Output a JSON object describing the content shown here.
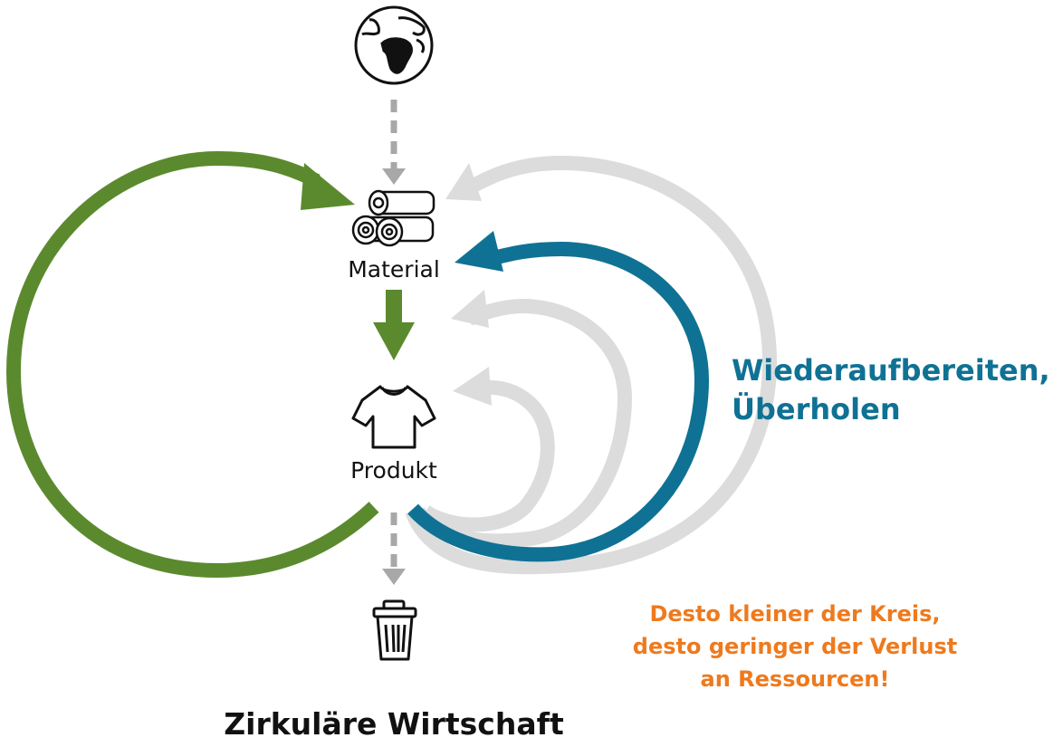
{
  "labels": {
    "material": "Material",
    "product": "Produkt"
  },
  "annotations": {
    "remanufacture_line1": "Wiederaufbereiten,",
    "remanufacture_line2": "Überholen",
    "note_line1": "Desto kleiner der Kreis,",
    "note_line2": "desto geringer der Verlust",
    "note_line3": "an Ressourcen!"
  },
  "title": "Zirkuläre Wirtschaft",
  "icons": [
    "globe-icon",
    "logs-icon",
    "tshirt-icon",
    "trash-can-icon"
  ],
  "colors": {
    "green": "#5b8a2e",
    "teal": "#0f7294",
    "light_gray": "#dcdcdc",
    "dashed_gray": "#a8a8a8",
    "orange": "#ee7a1d"
  }
}
